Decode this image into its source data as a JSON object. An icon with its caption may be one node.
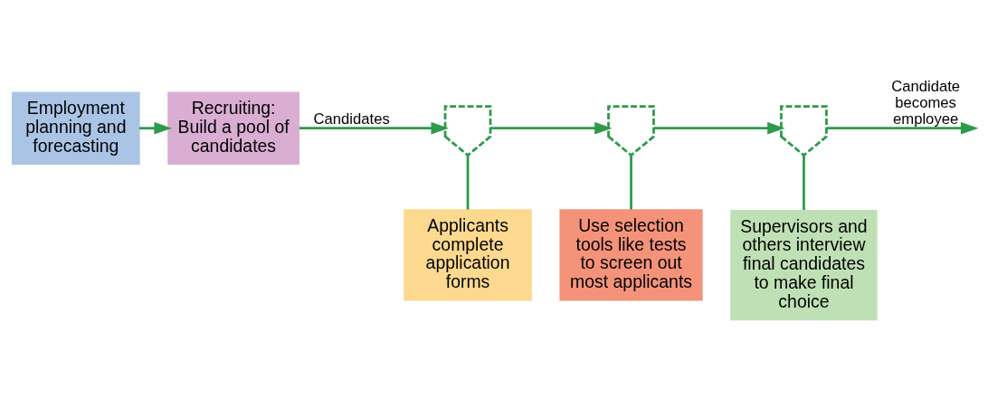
{
  "diagram": {
    "nodes": [
      {
        "text": [
          "Employment planning and forecasting"
        ]
      },
      {
        "text": [
          "Recruiting: Build a pool of candidates"
        ]
      },
      {
        "text": [],
        "shape": "arch"
      },
      {
        "text": [],
        "shape": "arch"
      },
      {
        "text": [],
        "shape": "arch"
      },
      {
        "text": [
          "Applicants complete application forms"
        ]
      },
      {
        "text": [
          "Use selection tools like tests to screen out most applicants"
        ]
      },
      {
        "text": [
          "Supervisors and others interview final candidates to make final choice"
        ]
      }
    ],
    "edges": [
      {
        "from": 0,
        "to": 1,
        "arrow": "to"
      },
      {
        "from": 1,
        "to": 2,
        "arrow": "to",
        "label": "Candidates"
      },
      {
        "from": 2,
        "to": 3,
        "arrow": "to"
      },
      {
        "from": 3,
        "to": 4,
        "arrow": "to"
      },
      {
        "from": 4,
        "to": null,
        "arrow": "to",
        "label": "Candidate becomes employee"
      },
      {
        "from": 2,
        "to": 5,
        "arrow": "none"
      },
      {
        "from": 3,
        "to": 6,
        "arrow": "none"
      },
      {
        "from": 4,
        "to": 7,
        "arrow": "none"
      }
    ]
  }
}
